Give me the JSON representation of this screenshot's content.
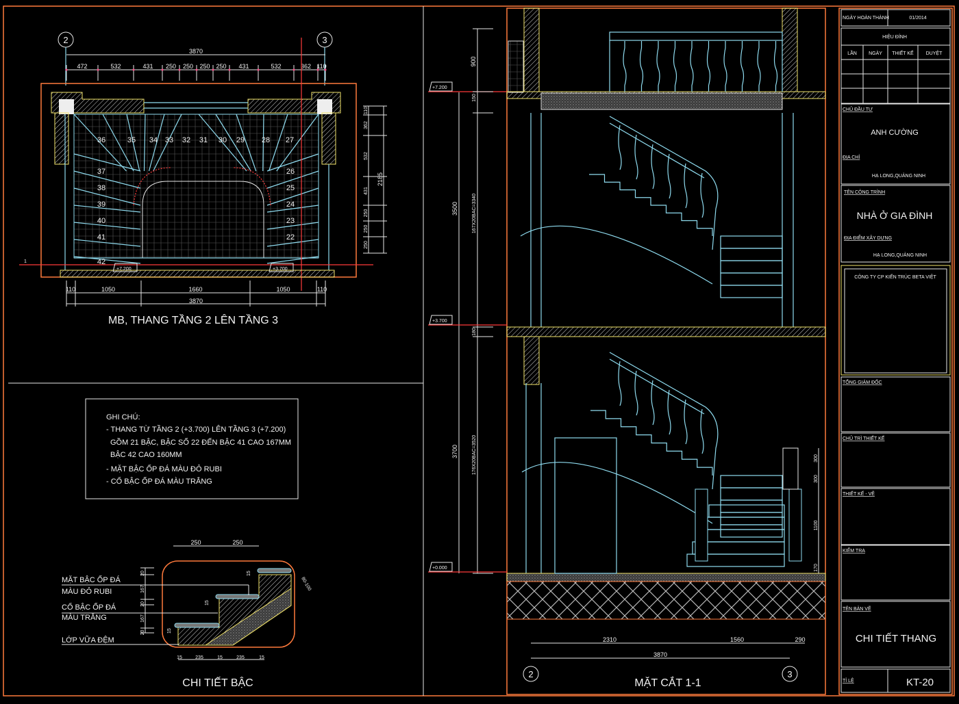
{
  "plan": {
    "title": "MB, THANG TẦNG 2 LÊN TẦNG 3",
    "grid_left": "2",
    "grid_right": "3",
    "total_top": "3870",
    "top_segments": [
      "472",
      "532",
      "431",
      "250",
      "250",
      "250",
      "250",
      "431",
      "532",
      "362",
      "110"
    ],
    "right_segments": [
      "110",
      "362",
      "532",
      "431",
      "250",
      "250",
      "250"
    ],
    "right_total": "2185",
    "bottom_segments": [
      "110",
      "1050",
      "1660",
      "1050",
      "110"
    ],
    "total_bottom": "3870",
    "steps_top": [
      "36",
      "35",
      "34",
      "33",
      "32",
      "31",
      "30",
      "29",
      "28",
      "27"
    ],
    "steps_left": [
      "37",
      "38",
      "39",
      "40",
      "41"
    ],
    "steps_right": [
      "26",
      "25",
      "24",
      "23",
      "22"
    ],
    "step_bottom": "42",
    "level_left": "+7.200",
    "level_right": "+3.700",
    "section_mark": "1"
  },
  "notes": {
    "heading": "GHI CHÚ:",
    "lines": [
      "- THANG TỪ TẦNG 2 (+3.700) LÊN TẦNG 3 (+7.200)",
      "GỒM 21 BẬC, BẬC SỐ 22 ĐẾN BẬC 41 CAO 167MM",
      "BẬC 42 CAO 160MM",
      "- MẶT BẬC ỐP ĐÁ MÀU ĐỎ RUBI",
      "- CỔ BẬC ỐP ĐÁ MÀU TRẮNG"
    ]
  },
  "step_detail": {
    "title": "CHI TIẾT BẬC",
    "label_1a": "MẶT BẬC ỐP ĐÁ",
    "label_1b": "MÀU ĐỎ RUBI",
    "label_2a": "CỔ BẬC ỐP ĐÁ",
    "label_2b": "MÀU TRẮNG",
    "label_3": "LỚP VỮA ĐỆM",
    "top_dims": [
      "250",
      "250"
    ],
    "bottom_dims": [
      "15",
      "235",
      "15",
      "235",
      "15"
    ],
    "left_dims": [
      "20",
      "167",
      "20",
      "167",
      "20"
    ],
    "thickness": [
      "15",
      "15",
      "15"
    ],
    "slab": "80-100"
  },
  "section": {
    "title": "MẶT CẮT 1-1",
    "levels": [
      "+7.200",
      "+3.700",
      "+0.000"
    ],
    "dims_outer": [
      "3500",
      "3700"
    ],
    "dims_inner": [
      "900",
      "150",
      "167X20BAC=3340",
      "180",
      "176X20BAC=3520"
    ],
    "right_dims": [
      "300",
      "300",
      "1100",
      "170"
    ],
    "bottom_dims": [
      "2310",
      "1560",
      "290"
    ],
    "bottom_total": "3870",
    "grid_left": "2",
    "grid_right": "3"
  },
  "title_block": {
    "completion_label": "NGÀY HOÀN THÀNH",
    "completion_value": "01/2014",
    "revision_label": "HIỆU ĐÍNH",
    "revision_cols": [
      "LẦN",
      "NGÀY",
      "THIẾT KẾ",
      "DUYỆT"
    ],
    "investor_label": "CHỦ ĐẦU TƯ",
    "investor": "ANH CƯỜNG",
    "address_label": "ĐỊA CHỈ",
    "address": "HẠ LONG,QUẢNG NINH",
    "project_label": "TÊN CÔNG TRÌNH",
    "project": "NHÀ Ở GIA ĐÌNH",
    "site_label": "ĐỊA ĐIỂM XÂY DỰNG",
    "site": "HẠ LONG,QUẢNG NINH",
    "company": "CÔNG TY CP KIẾN TRÚC BETA VIỆT",
    "director_label": "TỔNG GIÁM ĐỐC",
    "chief_label": "CHỦ TRÌ THIẾT KẾ",
    "designer_label": "THIẾT KẾ - VẼ",
    "checker_label": "KIỂM TRA",
    "drawing_label": "TÊN BẢN VẼ",
    "drawing": "CHI TIẾT THANG",
    "scale_label": "TỈ LỆ",
    "sheet": "KT-20"
  },
  "colors": {
    "background": "#000000",
    "frame": "#ff7a3c",
    "line": "#e8e8e8",
    "cyan": "#8fdcf0",
    "red": "#ff3b3b",
    "yellow": "#f2e36a"
  }
}
